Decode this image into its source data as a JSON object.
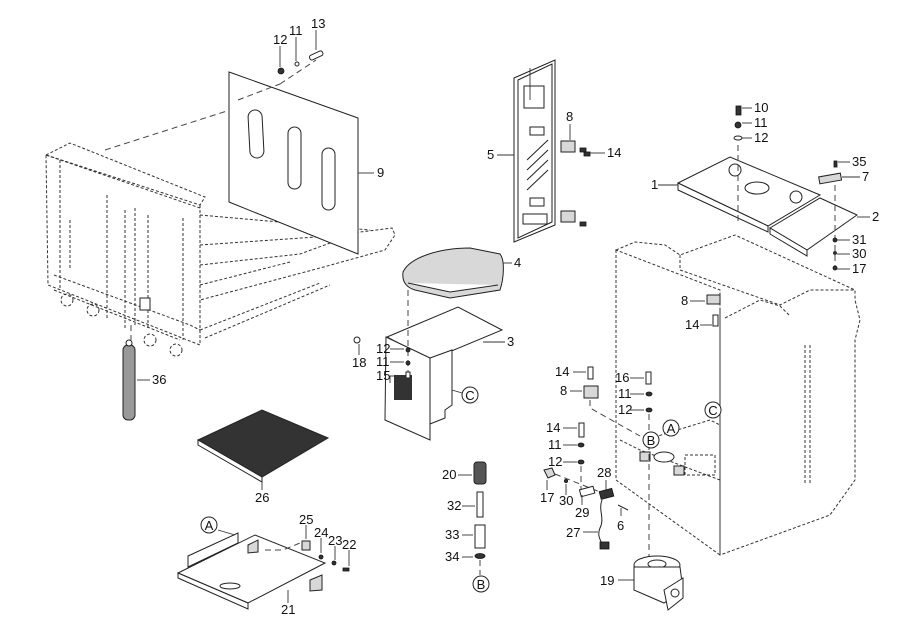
{
  "diagram": {
    "type": "exploded-parts-view",
    "callouts": [
      {
        "id": "c13",
        "label": "13"
      },
      {
        "id": "c11a",
        "label": "11"
      },
      {
        "id": "c12a",
        "label": "12"
      },
      {
        "id": "c9",
        "label": "9"
      },
      {
        "id": "c5",
        "label": "5"
      },
      {
        "id": "c8a",
        "label": "8"
      },
      {
        "id": "c14a",
        "label": "14"
      },
      {
        "id": "c10",
        "label": "10"
      },
      {
        "id": "c11b",
        "label": "11"
      },
      {
        "id": "c12b",
        "label": "12"
      },
      {
        "id": "c35",
        "label": "35"
      },
      {
        "id": "c7",
        "label": "7"
      },
      {
        "id": "c1",
        "label": "1"
      },
      {
        "id": "c2",
        "label": "2"
      },
      {
        "id": "c31",
        "label": "31"
      },
      {
        "id": "c30a",
        "label": "30"
      },
      {
        "id": "c17a",
        "label": "17"
      },
      {
        "id": "c4",
        "label": "4"
      },
      {
        "id": "c3",
        "label": "3"
      },
      {
        "id": "c18",
        "label": "18"
      },
      {
        "id": "c12c",
        "label": "12"
      },
      {
        "id": "c11c",
        "label": "11"
      },
      {
        "id": "c15",
        "label": "15"
      },
      {
        "id": "c36",
        "label": "36"
      },
      {
        "id": "c26",
        "label": "26"
      },
      {
        "id": "c8b",
        "label": "8"
      },
      {
        "id": "c14b",
        "label": "14"
      },
      {
        "id": "c14c",
        "label": "14"
      },
      {
        "id": "c8c",
        "label": "8"
      },
      {
        "id": "c16",
        "label": "16"
      },
      {
        "id": "c11d",
        "label": "11"
      },
      {
        "id": "c12d",
        "label": "12"
      },
      {
        "id": "c14d",
        "label": "14"
      },
      {
        "id": "c11e",
        "label": "11"
      },
      {
        "id": "c12e",
        "label": "12"
      },
      {
        "id": "c17b",
        "label": "17"
      },
      {
        "id": "c30b",
        "label": "30"
      },
      {
        "id": "c29",
        "label": "29"
      },
      {
        "id": "c28",
        "label": "28"
      },
      {
        "id": "c6",
        "label": "6"
      },
      {
        "id": "c27",
        "label": "27"
      },
      {
        "id": "c19",
        "label": "19"
      },
      {
        "id": "c20",
        "label": "20"
      },
      {
        "id": "c32",
        "label": "32"
      },
      {
        "id": "c33",
        "label": "33"
      },
      {
        "id": "c34",
        "label": "34"
      },
      {
        "id": "c25",
        "label": "25"
      },
      {
        "id": "c24",
        "label": "24"
      },
      {
        "id": "c23",
        "label": "23"
      },
      {
        "id": "c22",
        "label": "22"
      },
      {
        "id": "c21",
        "label": "21"
      }
    ],
    "references": {
      "A1": "A",
      "A2": "A",
      "B1": "B",
      "B2": "B",
      "C1": "C",
      "C2": "C"
    }
  }
}
